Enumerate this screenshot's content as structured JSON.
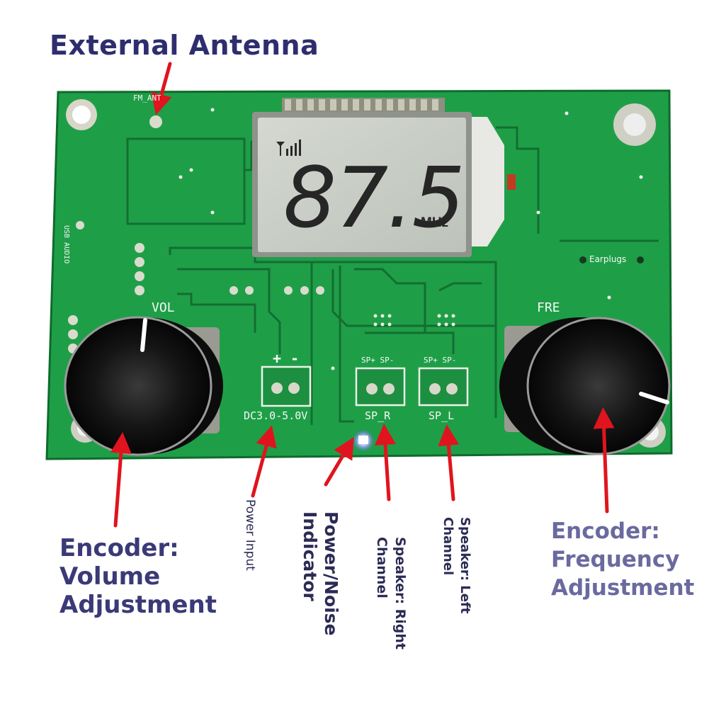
{
  "callouts": {
    "external_antenna": "External Antenna",
    "volume": [
      "Encoder:",
      "Volume",
      "Adjustment"
    ],
    "frequency": [
      "Encoder:",
      "Frequency",
      "Adjustment"
    ],
    "power_input": "Power Input",
    "power_noise": [
      "Power/Noise",
      "Indicator"
    ],
    "speaker_right": [
      "Speaker: Right",
      "Channel"
    ],
    "speaker_left": [
      "Speaker: Left",
      "Channel"
    ]
  },
  "pcb_labels": {
    "fm_ant": "FM_ANT",
    "usb_audio": "USB AUDIO",
    "vol": "VOL",
    "fre": "FRE",
    "earplugs": "Earplugs",
    "plus": "+",
    "minus": "-",
    "dc": "DC3.0-5.0V",
    "sp_pair": "SP+ SP-",
    "sp_r": "SP_R",
    "sp_l": "SP_L"
  },
  "lcd": {
    "frequency": "87.5",
    "unit": "MHz"
  },
  "colors": {
    "pcb": "#1fa04a",
    "arrow": "#e0141e",
    "lcd": "#c9cdc6",
    "knob": "#141414"
  }
}
